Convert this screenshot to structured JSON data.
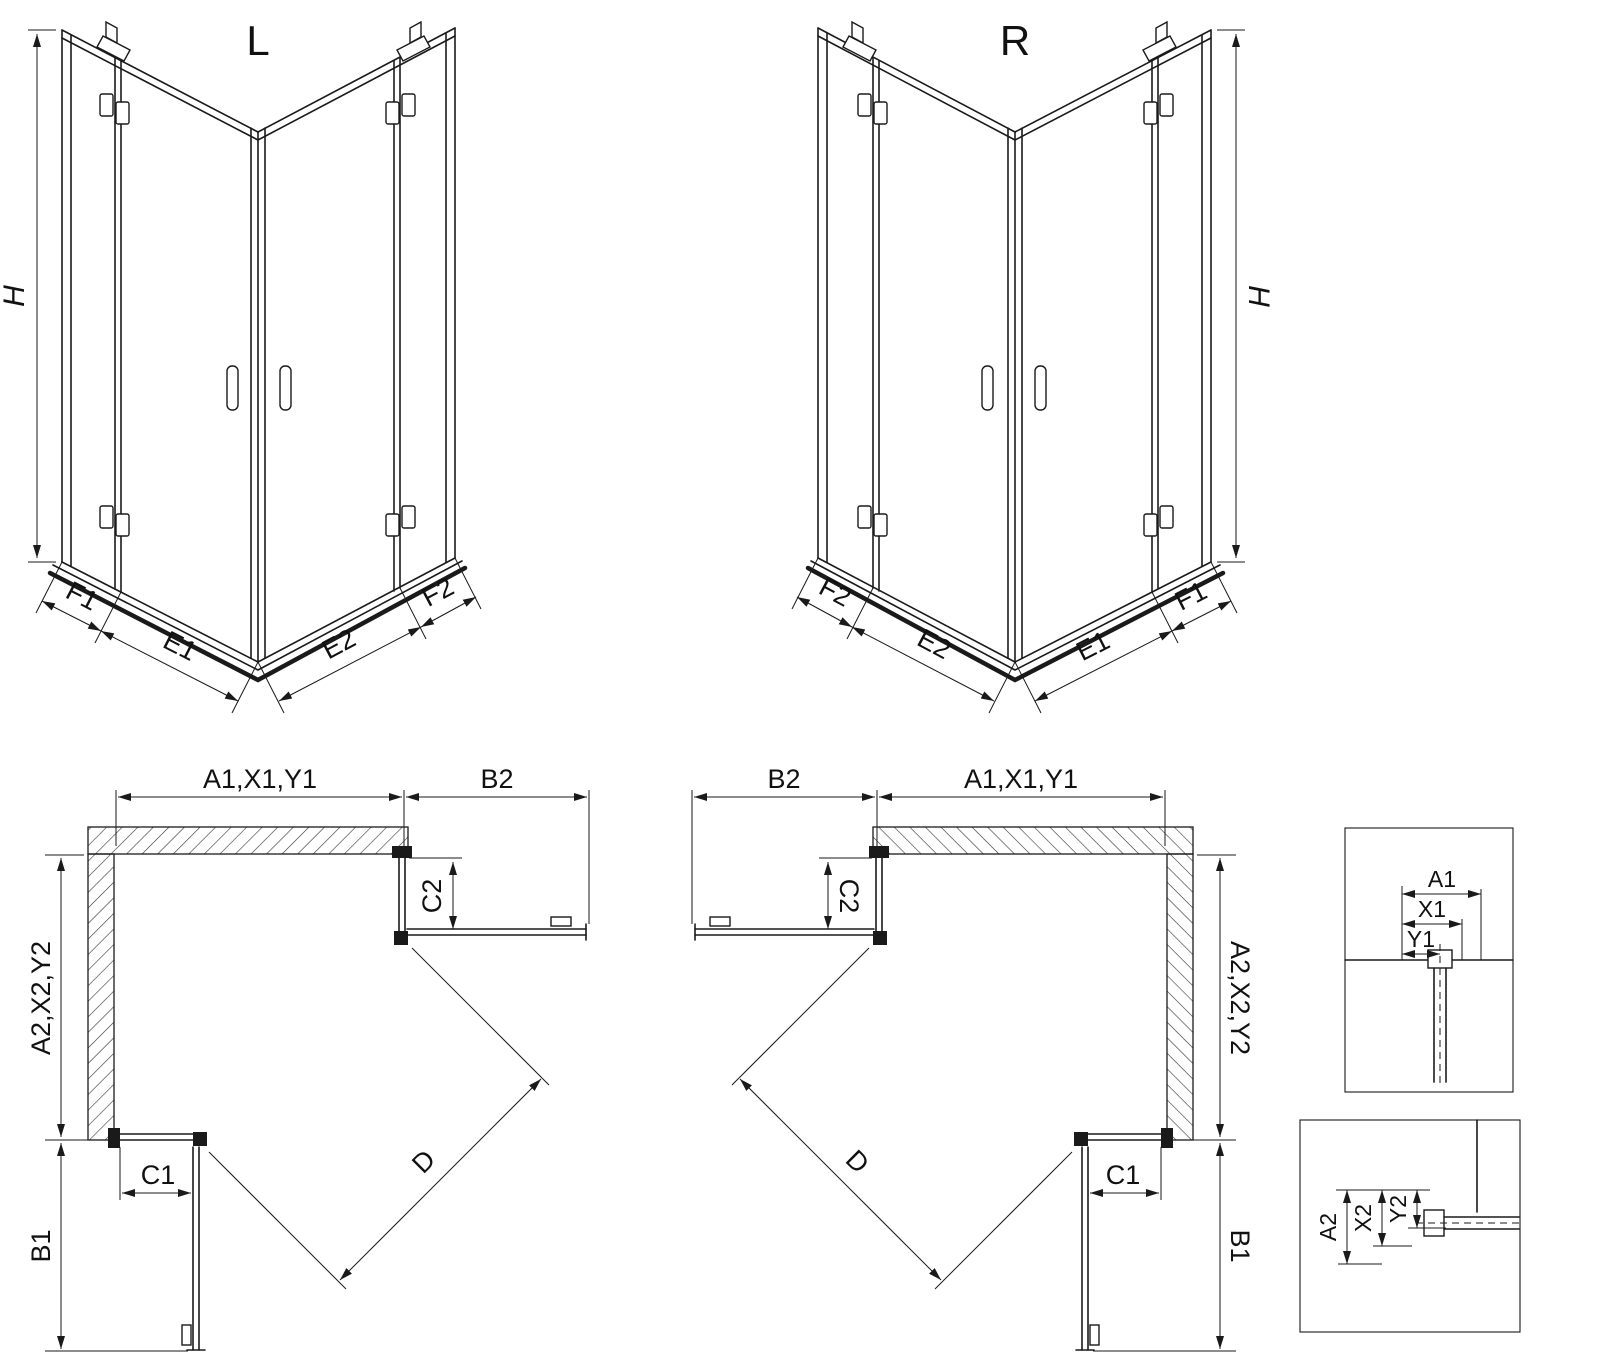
{
  "drawing": {
    "iso_left": {
      "label": "L",
      "h": "H",
      "f1": "F1",
      "e1": "E1",
      "e2": "E2",
      "f2": "F2"
    },
    "iso_right": {
      "label": "R",
      "h": "H",
      "f1": "F1",
      "e1": "E1",
      "e2": "E2",
      "f2": "F2"
    },
    "plan_left": {
      "top": "A1,X1,Y1",
      "b2": "B2",
      "c2": "C2",
      "left": "A2,X2,Y2",
      "c1": "C1",
      "b1": "B1",
      "d": "D"
    },
    "plan_right": {
      "top": "A1,X1,Y1",
      "b2": "B2",
      "c2": "C2",
      "left": "A2,X2,Y2",
      "c1": "C1",
      "b1": "B1",
      "d": "D"
    },
    "detail_top": {
      "a1": "A1",
      "x1": "X1",
      "y1": "Y1"
    },
    "detail_bottom": {
      "a2": "A2",
      "x2": "X2",
      "y2": "Y2"
    }
  },
  "colors": {
    "line": "#1a1a1a",
    "background": "#ffffff"
  }
}
